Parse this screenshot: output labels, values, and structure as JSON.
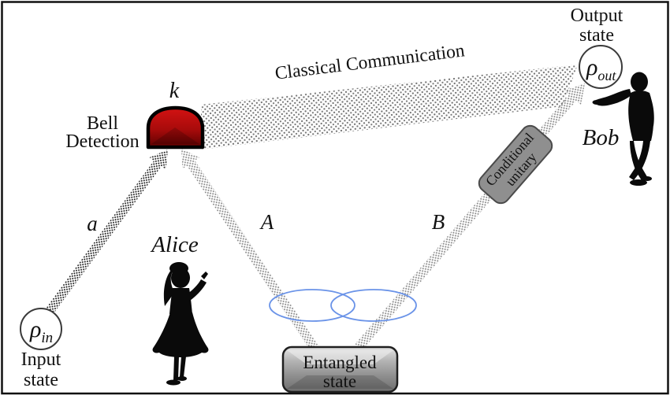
{
  "nodes": {
    "input_state": {
      "symbol": "ρ",
      "subscript": "in",
      "caption_line1": "Input",
      "caption_line2": "state"
    },
    "output_state": {
      "symbol": "ρ",
      "subscript": "out",
      "caption_line1": "Output",
      "caption_line2": "state"
    },
    "bell_detection": {
      "line1": "Bell",
      "line2": "Detection",
      "outcome": "k"
    },
    "conditional_unitary": {
      "line1": "Conditional",
      "line2": "unitary"
    },
    "entangled_state": {
      "line1": "Entangled",
      "line2": "state"
    },
    "alice": {
      "label": "Alice"
    },
    "bob": {
      "label": "Bob"
    }
  },
  "channels": {
    "classical": {
      "label": "Classical Communication"
    },
    "a": {
      "label": "a"
    },
    "A": {
      "label": "A"
    },
    "B": {
      "label": "B"
    }
  },
  "colors": {
    "detector_red": "#b01010",
    "entangle_blue": "#6a93e8",
    "box_gray": "#8f8f8f",
    "classical_text": "#4d4d4d",
    "silhouette": "#0a0a0a"
  }
}
